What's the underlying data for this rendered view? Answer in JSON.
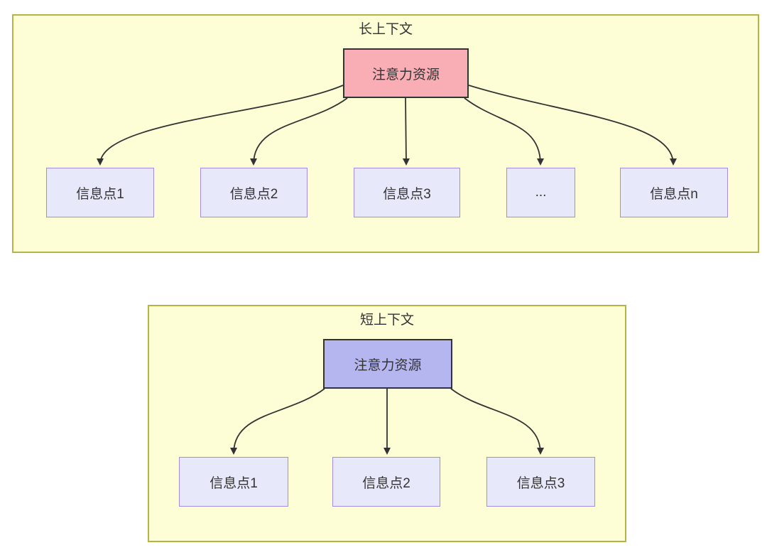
{
  "sections": [
    {
      "title": "长上下文",
      "source": {
        "label": "注意力资源",
        "fill": "#F9ADB4"
      },
      "targets": [
        "信息点1",
        "信息点2",
        "信息点3",
        "...",
        "信息点n"
      ]
    },
    {
      "title": "短上下文",
      "source": {
        "label": "注意力资源",
        "fill": "#B5B5F0"
      },
      "targets": [
        "信息点1",
        "信息点2",
        "信息点3"
      ]
    }
  ],
  "colors": {
    "section_fill": "#FDFDD6",
    "section_border": "#B5B547",
    "target_fill": "#E8E8FB",
    "target_border": "#A48BE0",
    "source_border": "#333333",
    "arrow": "#333333",
    "text": "#333333"
  }
}
